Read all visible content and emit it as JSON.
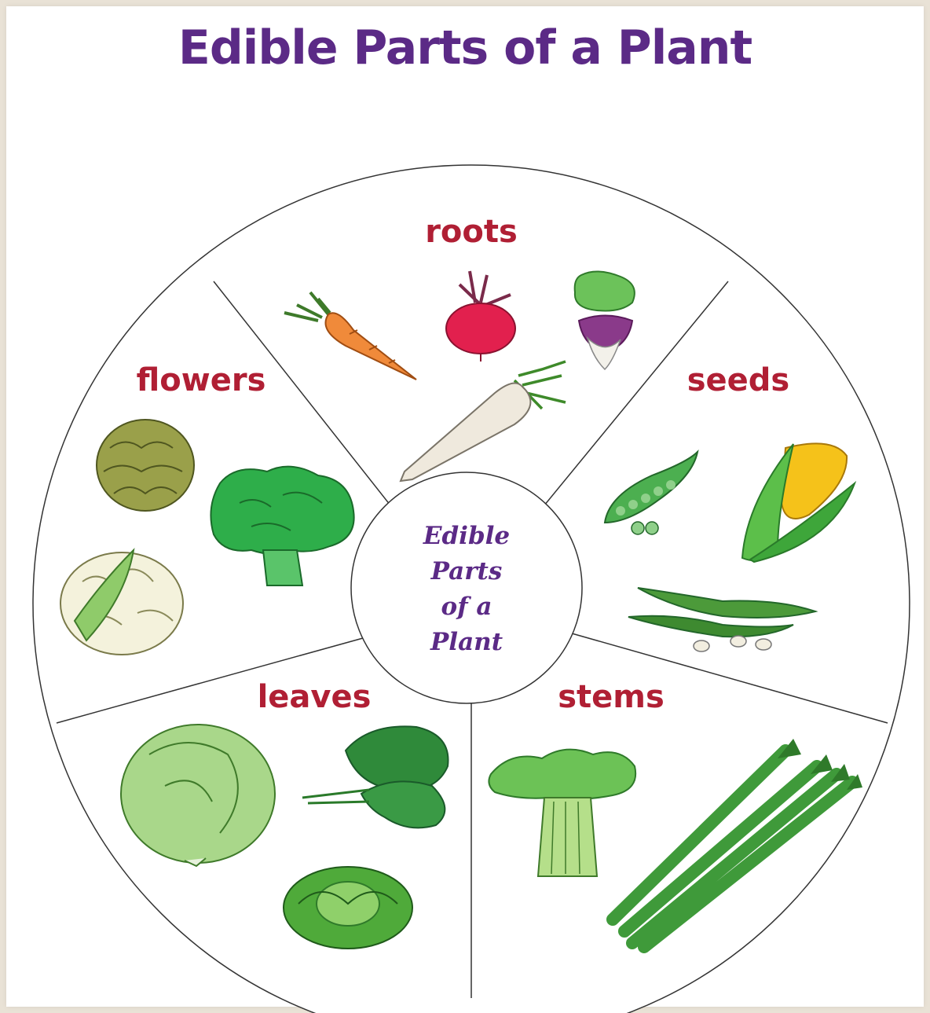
{
  "title": "Edible Parts of a Plant",
  "center_lines": [
    "Edible",
    "Parts",
    "of a",
    "Plant"
  ],
  "sections": {
    "roots": "roots",
    "flowers": "flowers",
    "seeds": "seeds",
    "leaves": "leaves",
    "stems": "stems"
  },
  "colors": {
    "title": "#5b2a86",
    "label": "#b01f34",
    "center_text": "#5b2a86",
    "background": "#e9e2d6"
  }
}
